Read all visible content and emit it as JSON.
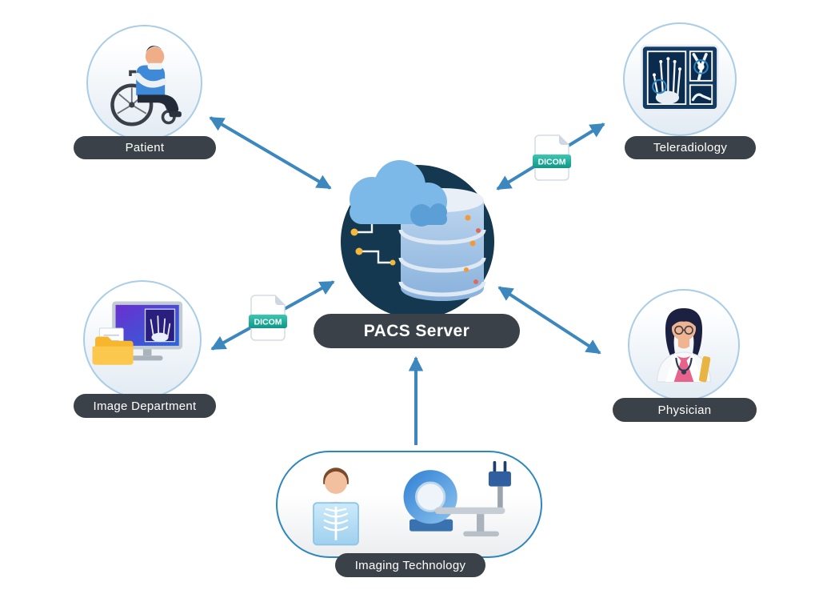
{
  "center": {
    "label": "PACS Server",
    "icon": "cloud-database-icon"
  },
  "nodes": {
    "patient": {
      "label": "Patient",
      "icon": "patient-wheelchair-icon"
    },
    "teleradiology": {
      "label": "Teleradiology",
      "icon": "xray-display-icon"
    },
    "image_department": {
      "label": "Image Department",
      "icon": "workstation-folder-icon"
    },
    "physician": {
      "label": "Physician",
      "icon": "doctor-icon"
    },
    "imaging_technology": {
      "label": "Imaging Technology",
      "icon": "xray-ct-scanner-icon"
    }
  },
  "badges": [
    {
      "label": "DICOM"
    },
    {
      "label": "DICOM"
    }
  ],
  "colors": {
    "arrow_blue": "#3b87be",
    "label_pill_background": "#3a4149",
    "label_pill_text": "#ffffff",
    "hub_circle": "#14384f",
    "cloud_blue": "#7cb9e9",
    "database_blue": "#a5c6e8",
    "dicom_teal_top": "#3cc7b2",
    "dicom_teal_bottom": "#0f9687",
    "node_outline": "#2e86c1",
    "folder_yellow": "#f6b62e"
  }
}
